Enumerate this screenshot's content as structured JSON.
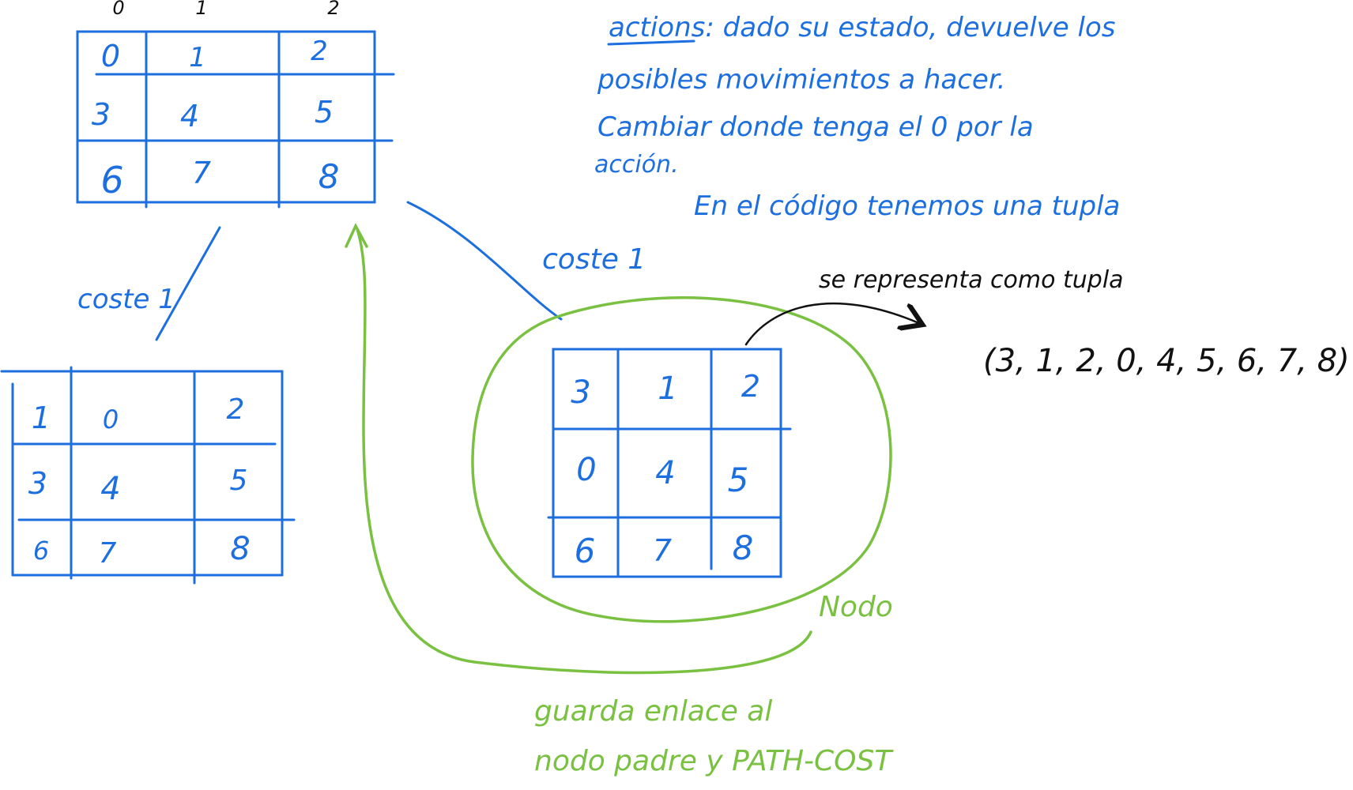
{
  "colors": {
    "blue": "#1d6fe0",
    "green": "#7ac142",
    "black": "#111111"
  },
  "top_grid": {
    "col_headers": [
      "0",
      "1",
      "2"
    ],
    "cells": [
      "0",
      "1",
      "2",
      "3",
      "4",
      "5",
      "6",
      "7",
      "8"
    ]
  },
  "left_grid": {
    "cells": [
      "1",
      "0",
      "2",
      "3",
      "4",
      "5",
      "6",
      "7",
      "8"
    ]
  },
  "right_grid": {
    "cells": [
      "3",
      "1",
      "2",
      "0",
      "4",
      "5",
      "6",
      "7",
      "8"
    ]
  },
  "labels": {
    "cost_left": "coste 1",
    "cost_right": "coste 1",
    "node": "Nodo",
    "represent": "se representa como tupla",
    "tuple": "(3, 1, 2, 0, 4, 5, 6, 7, 8)",
    "parent_line1": "guarda enlace al",
    "parent_line2": "nodo padre y PATH-COST"
  },
  "notes": {
    "actions_keyword": "actions",
    "actions_line1_rest": ": dado su estado, devuelve los",
    "actions_line2": "posibles movimientos a hacer.",
    "actions_line3": "Cambiar donde tenga el 0 por la",
    "actions_line4": "acción.",
    "code_line": "En el código tenemos una tupla"
  }
}
